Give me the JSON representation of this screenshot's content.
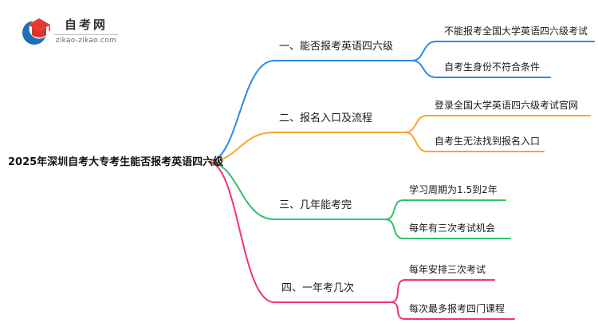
{
  "logo": {
    "site_name": "自考网",
    "site_url": "zikao-zikao.com",
    "icon": "graduation-cap-icon",
    "icon_colors": {
      "swoosh_blue": "#1d6fb8",
      "cap_red": "#e23a30"
    }
  },
  "center": {
    "title": "2025年深圳自考大专考生能否报考英语四六级"
  },
  "branches": [
    {
      "label": "一、能否报考英语四六级",
      "color": "#2b8be4",
      "children": [
        "不能报考全国大学英语四六级考试",
        "自考生身份不符合条件"
      ]
    },
    {
      "label": "二、报名入口及流程",
      "color": "#f9a52a",
      "children": [
        "登录全国大学英语四六级考试官网",
        "自考生无法找到报名入口"
      ]
    },
    {
      "label": "三、几年能考完",
      "color": "#2dc36f",
      "children": [
        "学习周期为1.5到2年",
        "每年有三次考试机会"
      ]
    },
    {
      "label": "四、一年考几次",
      "color": "#f4317a",
      "children": [
        "每年安排三次考试",
        "每次最多报考四门课程"
      ]
    }
  ]
}
